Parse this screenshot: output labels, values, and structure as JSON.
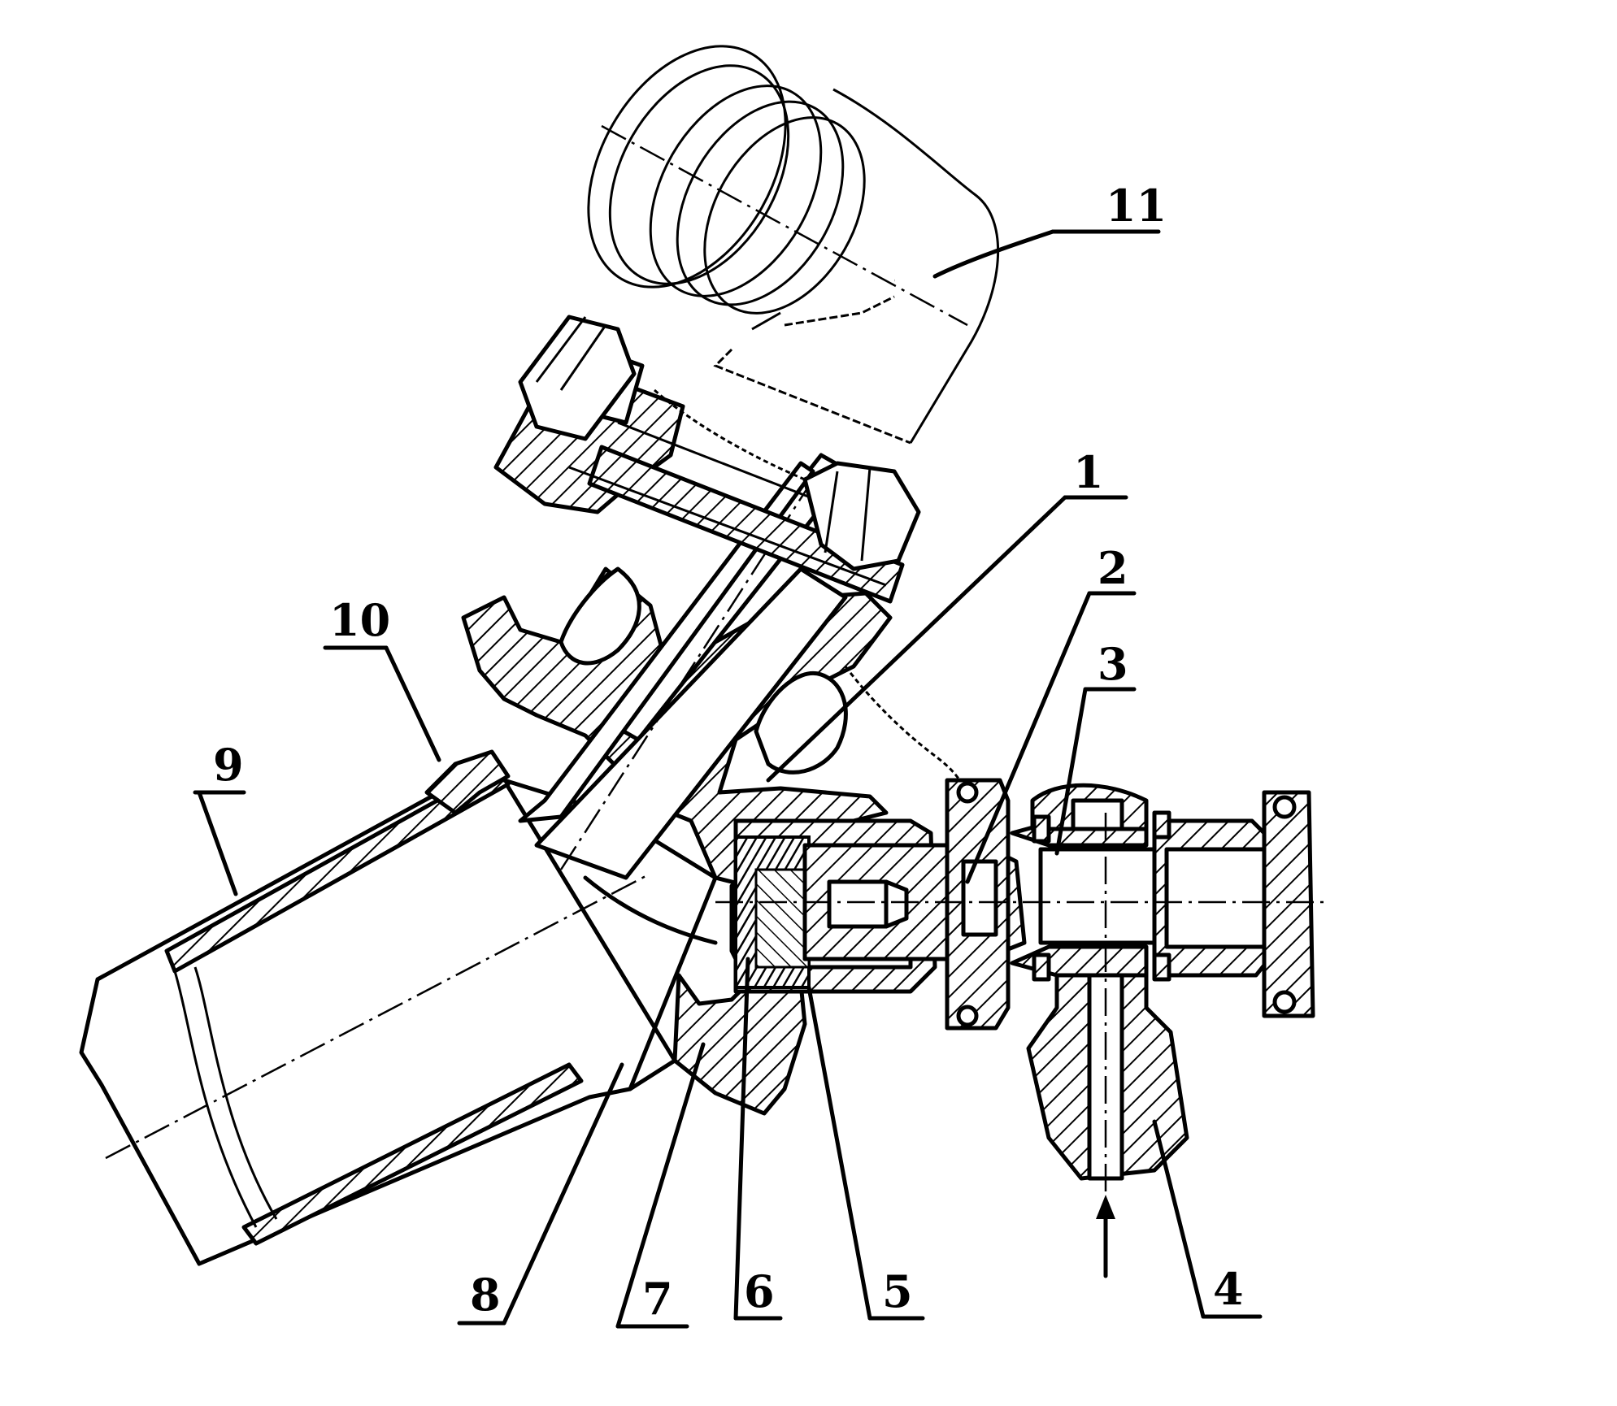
{
  "figure": {
    "callouts": [
      {
        "id": "1",
        "text": "1"
      },
      {
        "id": "2",
        "text": "2"
      },
      {
        "id": "3",
        "text": "3"
      },
      {
        "id": "4",
        "text": "4"
      },
      {
        "id": "5",
        "text": "5"
      },
      {
        "id": "6",
        "text": "6"
      },
      {
        "id": "7",
        "text": "7"
      },
      {
        "id": "8",
        "text": "8"
      },
      {
        "id": "9",
        "text": "9"
      },
      {
        "id": "10",
        "text": "10"
      },
      {
        "id": "11",
        "text": "11"
      }
    ],
    "ink_color": "#000000",
    "paper_color": "#ffffff"
  }
}
